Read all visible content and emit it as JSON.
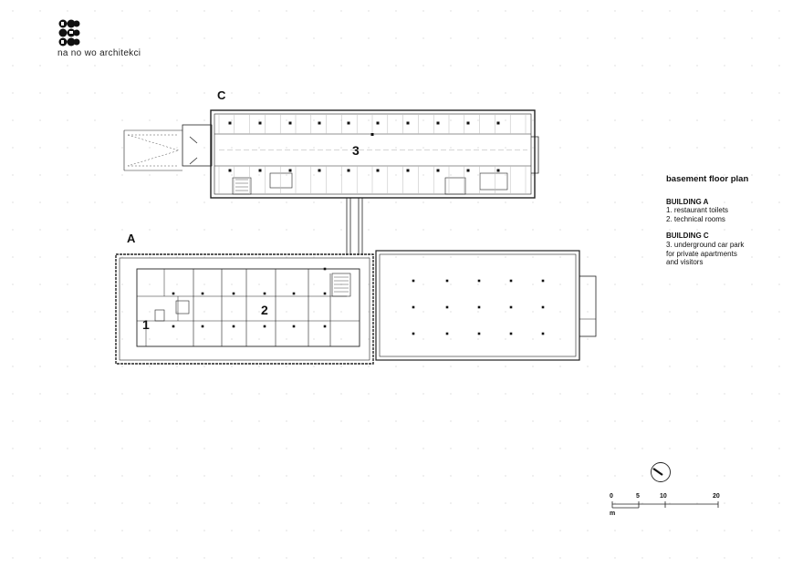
{
  "brand": {
    "name": "na no wo architekci"
  },
  "building_labels": {
    "a": "A",
    "c": "C"
  },
  "room_numbers": {
    "n1": "1",
    "n2": "2",
    "n3": "3"
  },
  "legend": {
    "title": "basement floor plan",
    "building_a_title": "BUILDING A",
    "building_a_item_1": "1. restaurant toilets",
    "building_a_item_2": "2. technical rooms",
    "building_c_title": "BUILDING C",
    "building_c_item_1": "3. underground car park",
    "building_c_item_2": "for private apartments",
    "building_c_item_3": "and visitors"
  },
  "scale_bar": {
    "t0": "0",
    "t5": "5",
    "t10": "10",
    "t20": "20",
    "unit": "m"
  },
  "colors": {
    "line": "#222222",
    "light_line": "#9a9a9a",
    "dot": "#e6e6e6"
  }
}
